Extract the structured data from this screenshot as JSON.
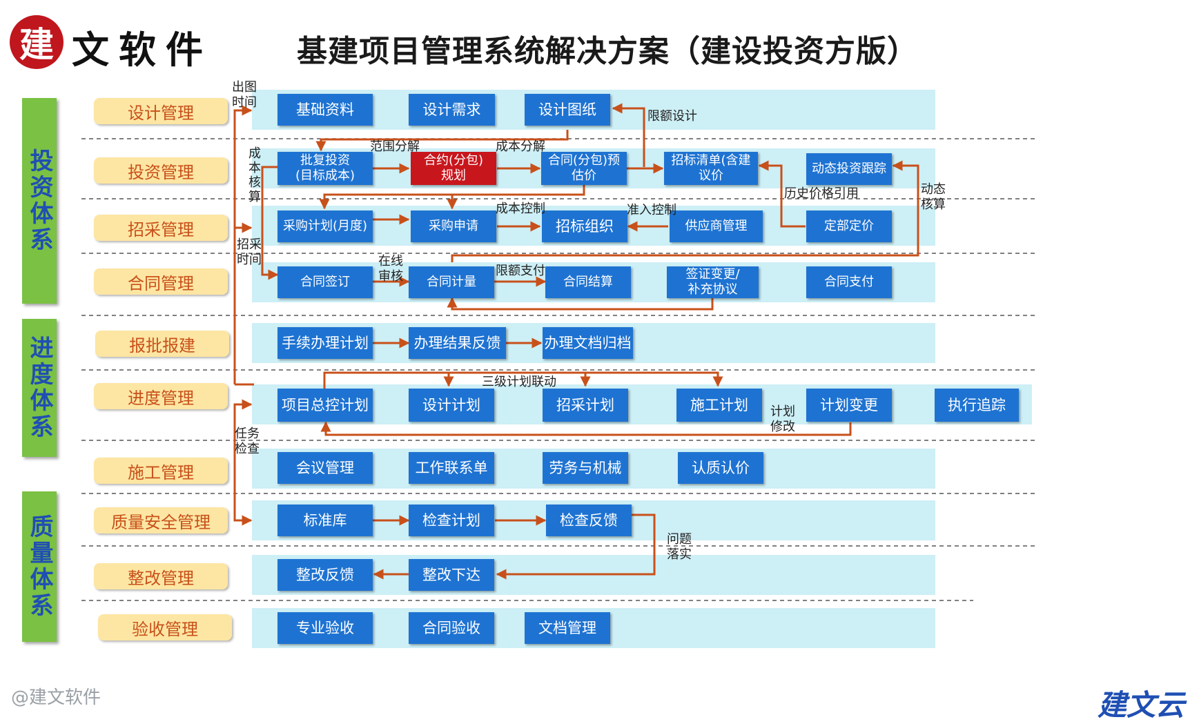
{
  "title": "基建项目管理系统解决方案（建设投资方版）",
  "logo": {
    "seal_char": "建",
    "text": "文软件"
  },
  "watermark": "@建文软件",
  "brand": "建文云",
  "colors": {
    "arrow": "#c8501a",
    "box": "#1e73d2",
    "highlight": "#c8161d",
    "band": "#cdeff6",
    "system": "#7bc143",
    "module": "#fde6a3"
  },
  "systems": [
    {
      "label": "投资体系"
    },
    {
      "label": "进度体系"
    },
    {
      "label": "质量体系"
    }
  ],
  "modules": [
    "设计管理",
    "投资管理",
    "招采管理",
    "合同管理",
    "报批报建",
    "进度管理",
    "施工管理",
    "质量安全管理",
    "整改管理",
    "验收管理"
  ],
  "boxes": {
    "design_basic": "基础资料",
    "design_demand": "设计需求",
    "design_drawing": "设计图纸",
    "inv_approved": "批复投资\n(目标成本)",
    "inv_contract_plan": "合约(分包)\n规划",
    "inv_contract_est": "合同(分包)预\n估价",
    "inv_bid_list": "招标清单(含建\n议价",
    "inv_dynamic": "动态投资跟踪",
    "proc_plan": "采购计划(月度)",
    "proc_apply": "采购申请",
    "proc_bid_org": "招标组织",
    "proc_supplier": "供应商管理",
    "proc_quota": "定部定价",
    "con_sign": "合同签订",
    "con_measure": "合同计量",
    "con_settle": "合同结算",
    "con_change": "签证变更/\n补充协议",
    "con_pay": "合同支付",
    "rep_plan": "手续办理计划",
    "rep_feedback": "办理结果反馈",
    "rep_archive": "办理文档归档",
    "sch_master": "项目总控计划",
    "sch_design": "设计计划",
    "sch_proc": "招采计划",
    "sch_const": "施工计划",
    "sch_change": "计划变更",
    "sch_track": "执行追踪",
    "cons_meeting": "会议管理",
    "cons_contact": "工作联系单",
    "cons_labor": "劳务与机械",
    "cons_price": "认质认价",
    "qs_standard": "标准库",
    "qs_check_plan": "检查计划",
    "qs_check_feedback": "检查反馈",
    "rect_feedback": "整改反馈",
    "rect_issue": "整改下达",
    "acc_pro": "专业验收",
    "acc_contract": "合同验收",
    "acc_doc": "文档管理"
  },
  "labels": {
    "drawing_time": "出图\n时间",
    "limit_design": "限额设计",
    "scope_split": "范围分解",
    "cost_split": "成本分解",
    "cost_account": "成\n本\n核\n算",
    "history_price": "历史价格引用",
    "dynamic_account": "动态\n核算",
    "cost_control": "成本控制",
    "access_control": "准入控制",
    "proc_time": "招采\n时间",
    "online_review": "在线\n审核",
    "limit_pay": "限额支付",
    "three_level": "三级计划联动",
    "plan_modify": "计划\n修改",
    "task_check": "任务\n检查",
    "issue_impl": "问题\n落实"
  }
}
